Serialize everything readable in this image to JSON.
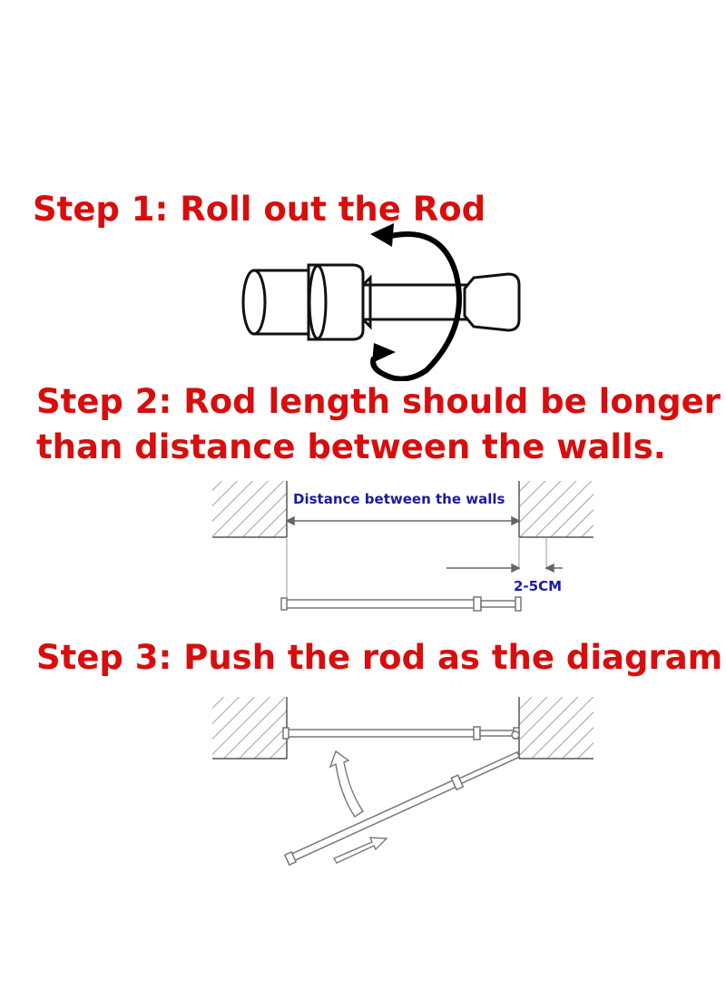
{
  "colors": {
    "title": "#d90d0d",
    "label": "#1a1aa6",
    "stroke": "#7a7a7a",
    "wall_fill": "#ffffff"
  },
  "step1": {
    "title": "Step 1: Roll out the Rod"
  },
  "step2": {
    "title_line1": "Step 2: Rod length should be longer",
    "title_line2": "than distance between the walls.",
    "distance_label": "Distance between the walls",
    "gap_label": "2-5CM"
  },
  "step3": {
    "title": "Step 3: Push the rod as the diagram"
  },
  "icons": {
    "rotate_arrow": "rotate-arrow-icon",
    "push_arrow": "push-arrow-icon",
    "slide_arrow": "slide-arrow-icon"
  }
}
